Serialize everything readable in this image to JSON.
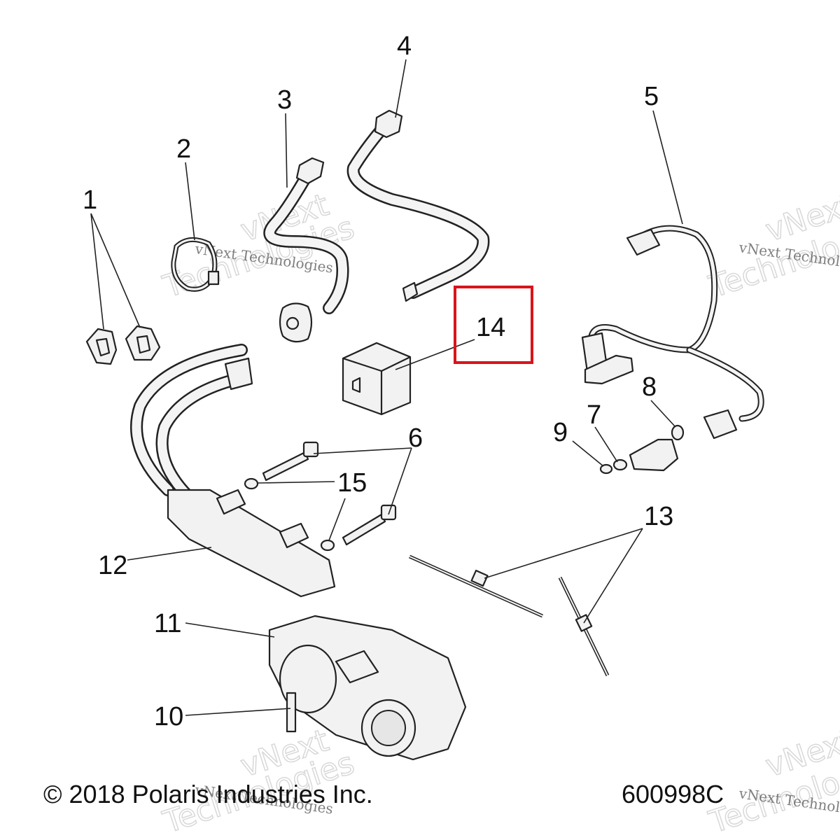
{
  "callouts": {
    "c1": "1",
    "c2": "2",
    "c3": "3",
    "c4": "4",
    "c5": "5",
    "c6": "6",
    "c7": "7",
    "c8": "8",
    "c9": "9",
    "c10": "10",
    "c11": "11",
    "c12": "12",
    "c13": "13",
    "c14": "14",
    "c15": "15"
  },
  "footer": {
    "copyright": "© 2018 Polaris Industries Inc.",
    "part_number": "600998C"
  },
  "watermark": {
    "line1": "vNext",
    "line2": "Technologies",
    "full": "vNext Technologies"
  },
  "highlight": {
    "target_callout": "14",
    "color": "#d9141a"
  }
}
